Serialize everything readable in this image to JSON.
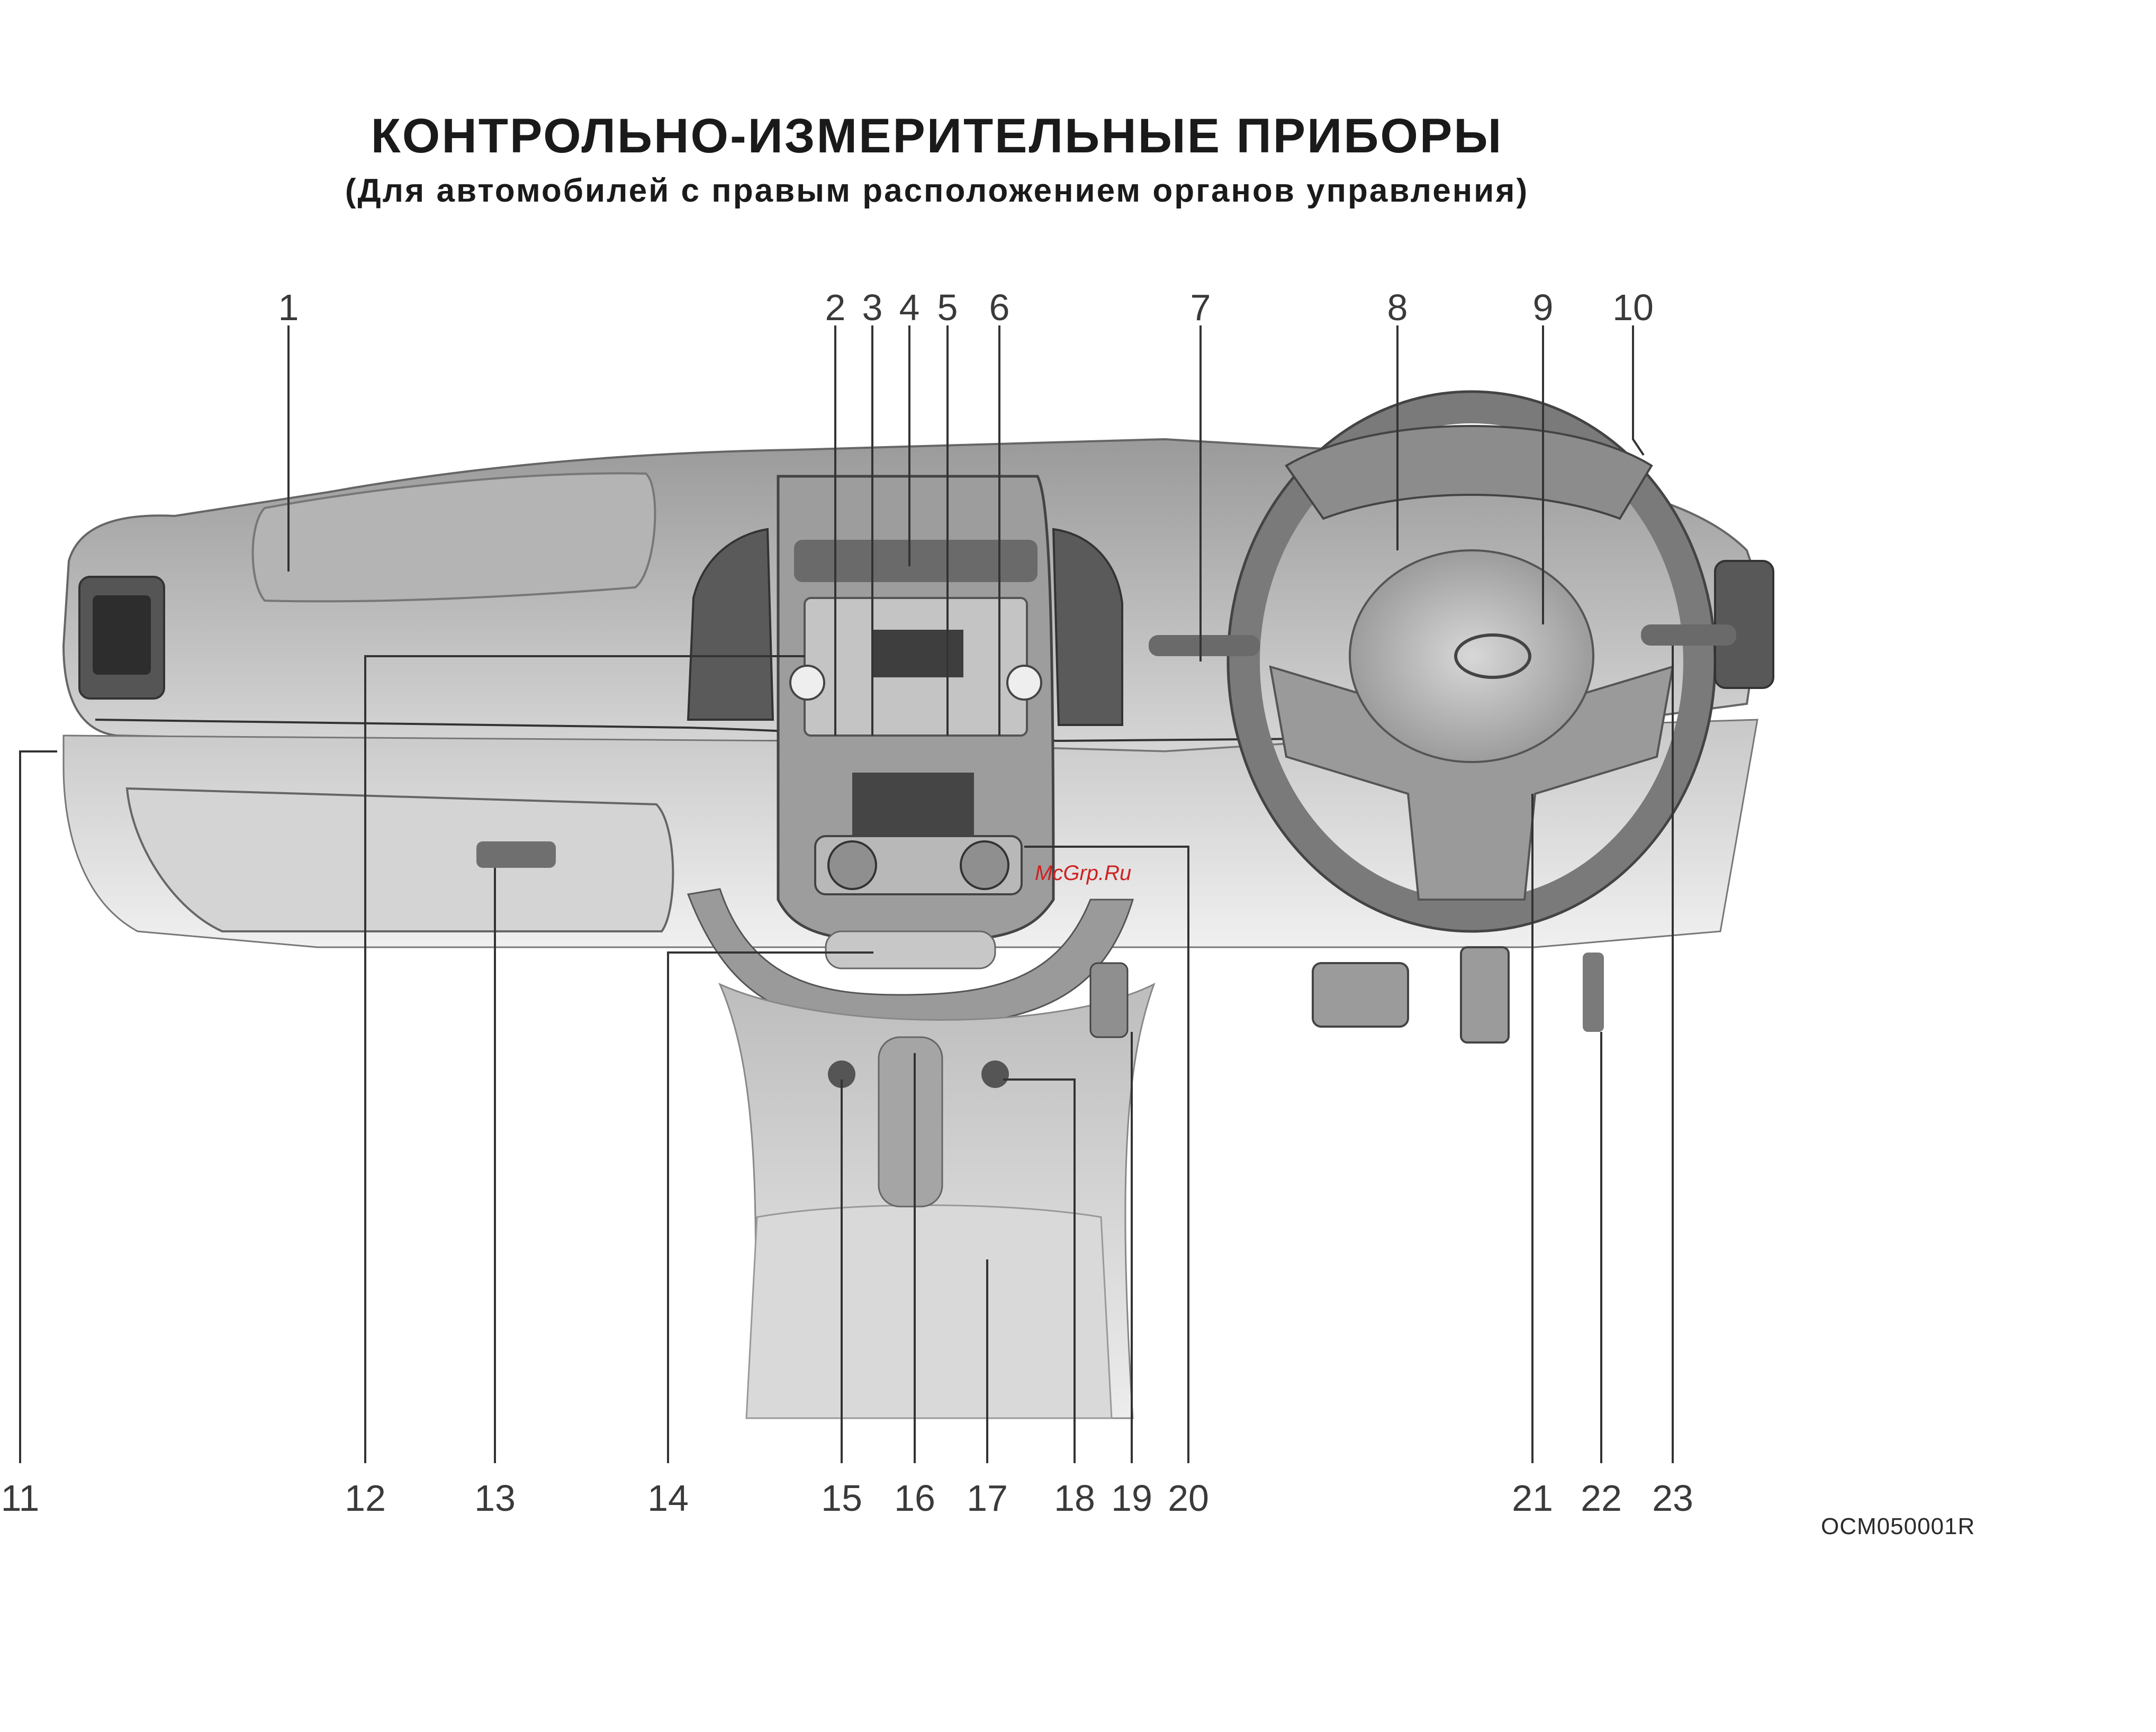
{
  "title": "КОНТРОЛЬНО-ИЗМЕРИТЕЛЬНЫЕ ПРИБОРЫ",
  "subtitle": "(Для автомобилей с правым расположением органов управления)",
  "figure_code": "OCM050001R",
  "watermark": "McGrp.Ru",
  "callouts": {
    "c1": "1",
    "c2": "2",
    "c3": "3",
    "c4": "4",
    "c5": "5",
    "c6": "6",
    "c7": "7",
    "c8": "8",
    "c9": "9",
    "c10": "10",
    "c11": "11",
    "c12": "12",
    "c13": "13",
    "c14": "14",
    "c15": "15",
    "c16": "16",
    "c17": "17",
    "c18": "18",
    "c19": "19",
    "c20": "20",
    "c21": "21",
    "c22": "22",
    "c23": "23"
  }
}
